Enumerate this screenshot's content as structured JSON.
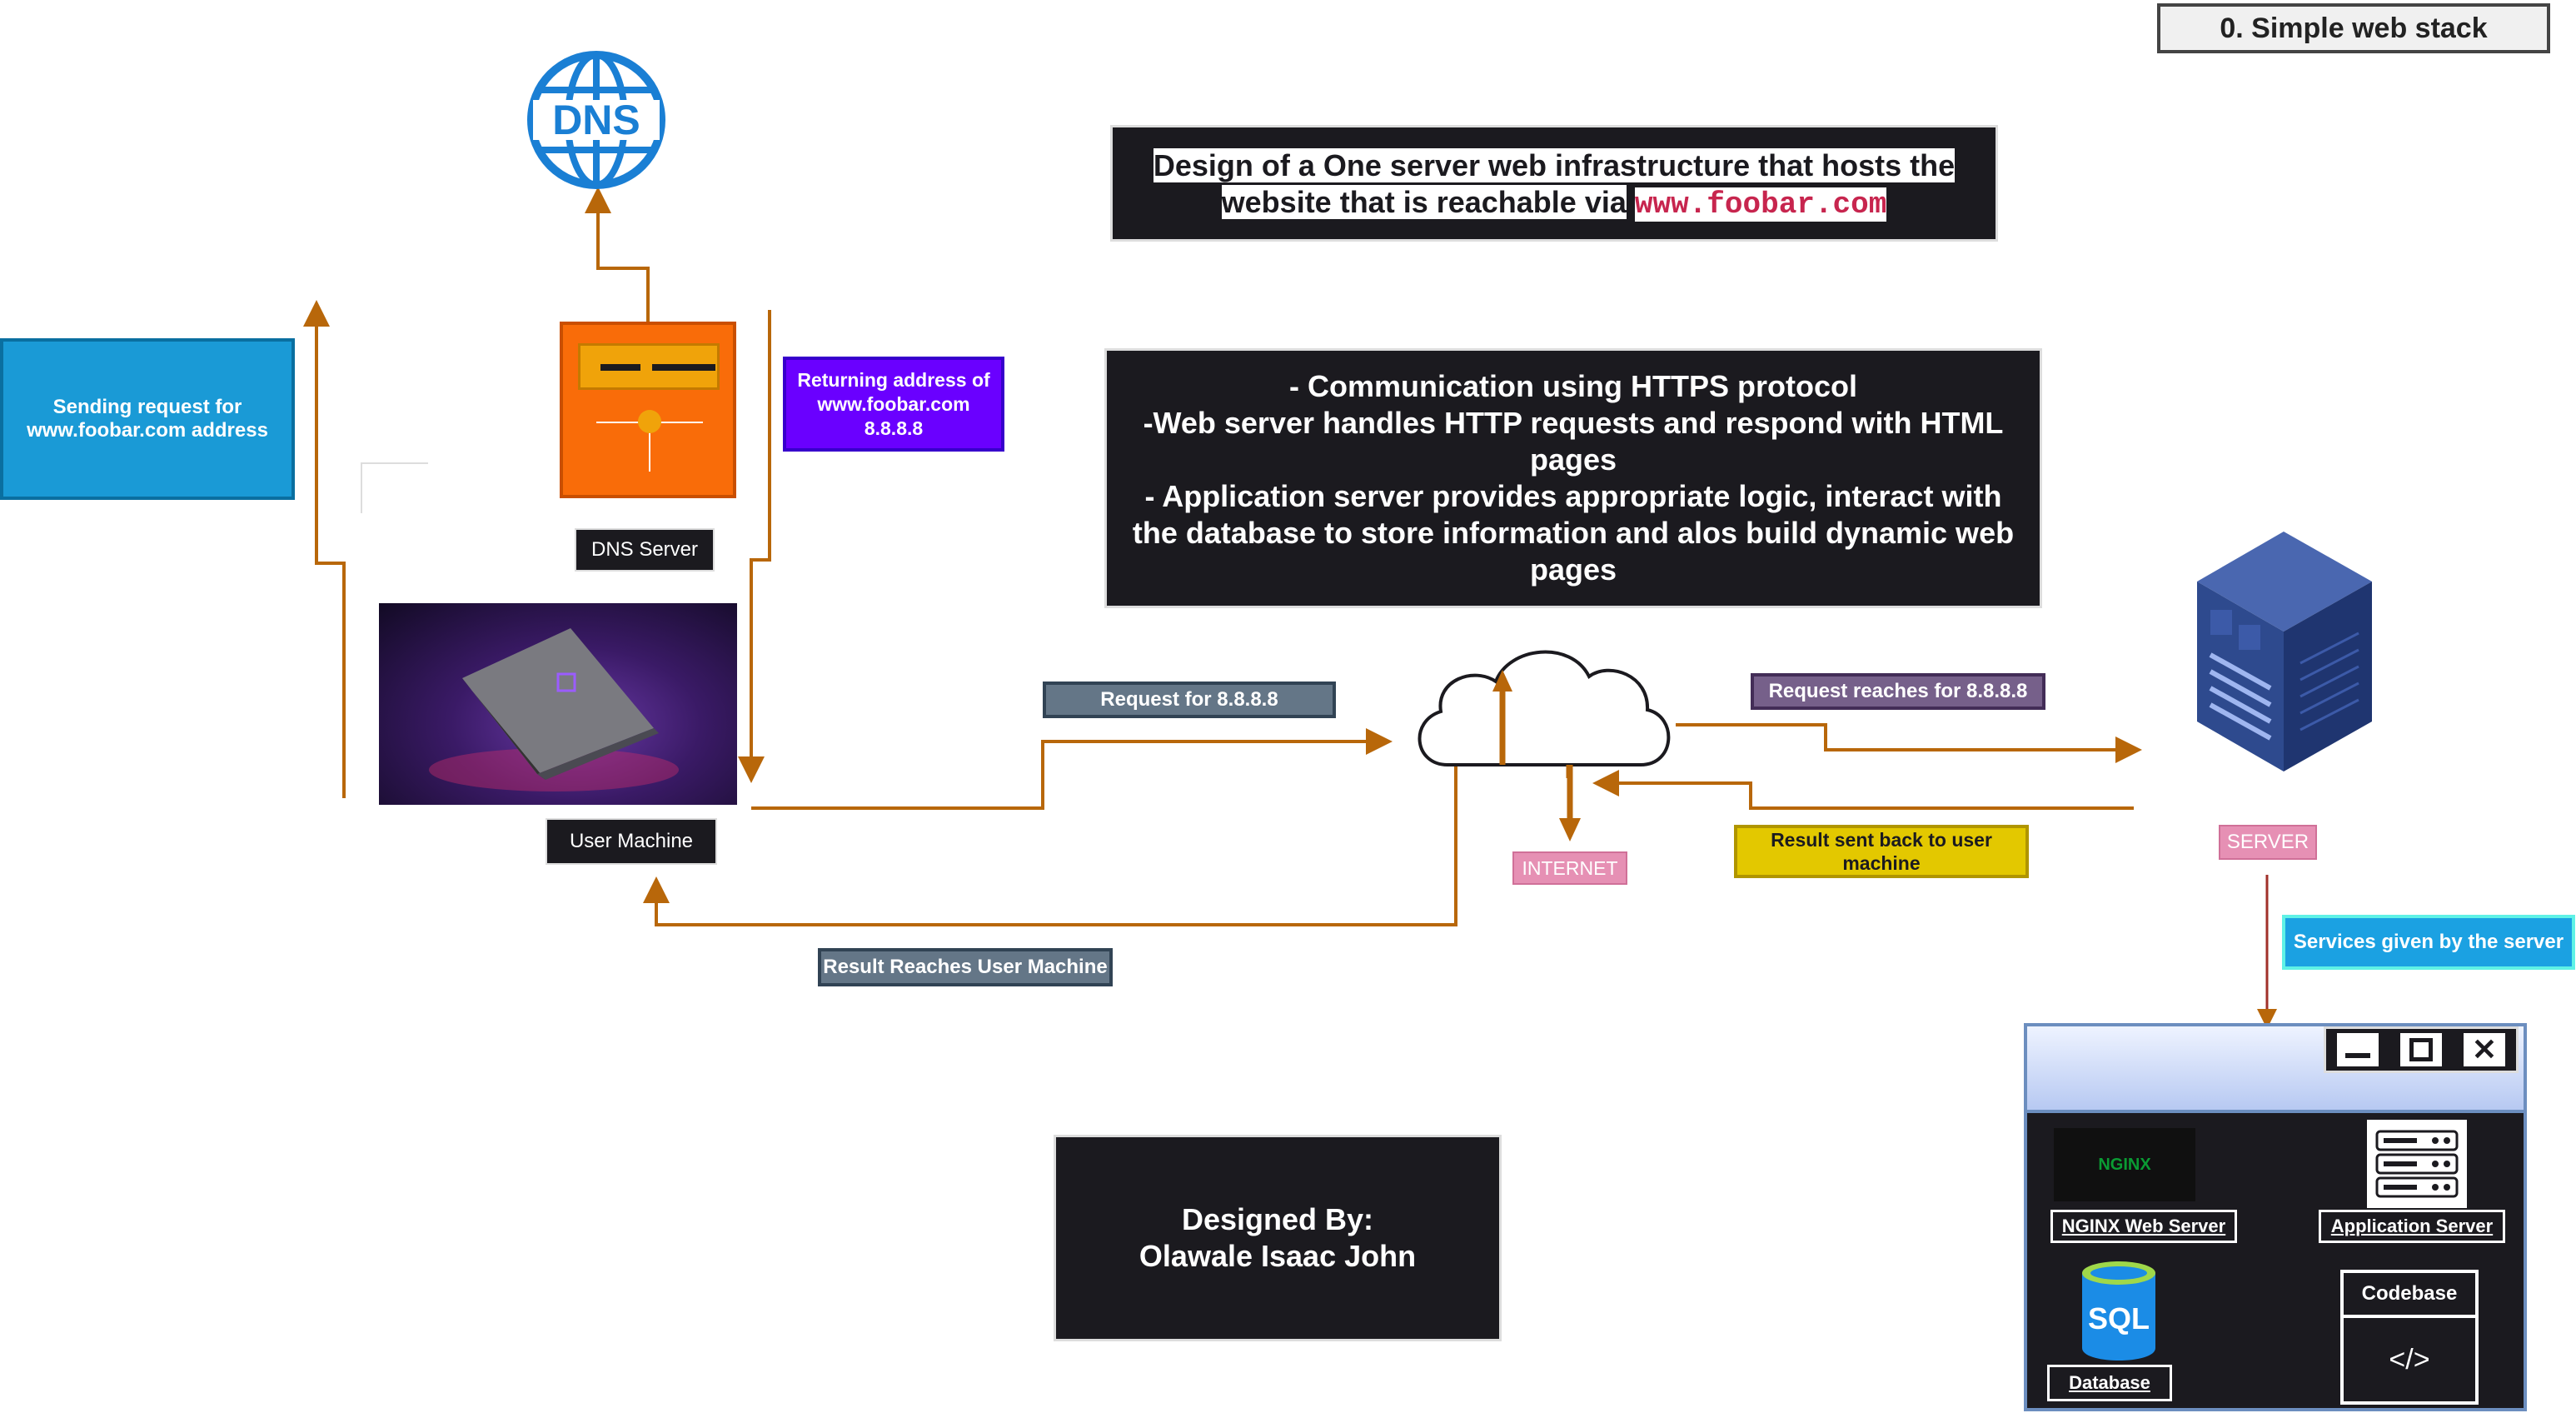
{
  "tag": "0. Simple web stack",
  "title": {
    "line1": "Design of a One server web infrastructure that hosts the",
    "line2": "website that is reachable via",
    "url": "www.foobar.com"
  },
  "notes": [
    "- Communication using HTTPS protocol",
    "-Web server handles HTTP requests and respond with HTML pages",
    "- Application server provides appropriate logic, interact with the database to store information and alos build dynamic web pages"
  ],
  "dns_logo": "DNS",
  "labels": {
    "sending": "Sending request for www.foobar.com address",
    "returning": "Returning address of www.foobar.com 8.8.8.8",
    "dns_server": "DNS Server",
    "user_machine": "User Machine",
    "request_for": "Request for 8.8.8.8",
    "request_reaches": "Request reaches for 8.8.8.8",
    "internet": "INTERNET",
    "result_sent": "Result sent back to user machine",
    "server": "SERVER",
    "result_reaches": "Result Reaches User Machine",
    "services": "Services given by the server"
  },
  "services_window": {
    "nginx_logo": "NGINX",
    "nginx": "NGINX Web Server",
    "app": "Application Server",
    "sql_logo": "SQL",
    "database": "Database",
    "codebase": "Codebase",
    "code_glyph": "</>"
  },
  "credit": {
    "line1": "Designed By:",
    "line2": "Olawale Isaac John"
  },
  "colors": {
    "flow": "#b8670a",
    "sending": "#1a9ad6",
    "returning": "#6a00ff",
    "dns_box": "#f96c09",
    "gray_label": "#647687",
    "purple_label": "#76608a",
    "yellow_label": "#e3c800",
    "pink_label": "#e690b4",
    "cyan_label": "#1ba1e2"
  },
  "icons": [
    "dns-globe-icon",
    "laptop-icon",
    "cloud-icon",
    "server-tower-icon",
    "window-minimize-icon",
    "window-maximize-icon",
    "window-close-icon",
    "nginx-logo-icon",
    "server-rack-icon",
    "sql-database-icon"
  ]
}
